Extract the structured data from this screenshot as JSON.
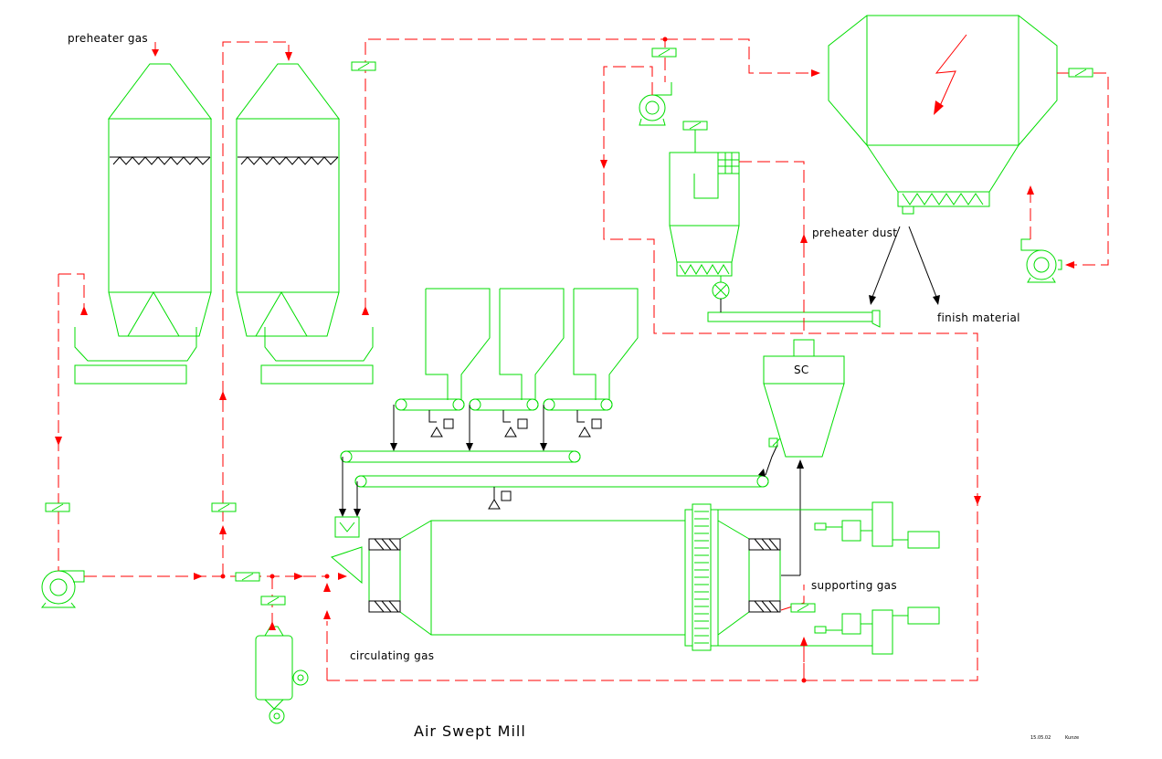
{
  "labels": {
    "preheater_gas": "preheater gas",
    "preheater_dust": "preheater dust",
    "finish_material": "finish material",
    "sc": "SC",
    "supporting_gas": "supporting gas",
    "circulating_gas": "circulating gas",
    "title": "Air Swept Mill",
    "date": "15.05.02",
    "author": "Kunze"
  },
  "colors": {
    "equipment": "#00dd00",
    "gas_flow": "#ff0000",
    "material_flow": "#000000",
    "electric_symbol": "#ff0000"
  },
  "icons": [
    "fan-icon",
    "damper-icon",
    "electric-bolt-icon",
    "rotary-valve-icon",
    "weigh-feeder-icon",
    "girth-gear-icon"
  ]
}
